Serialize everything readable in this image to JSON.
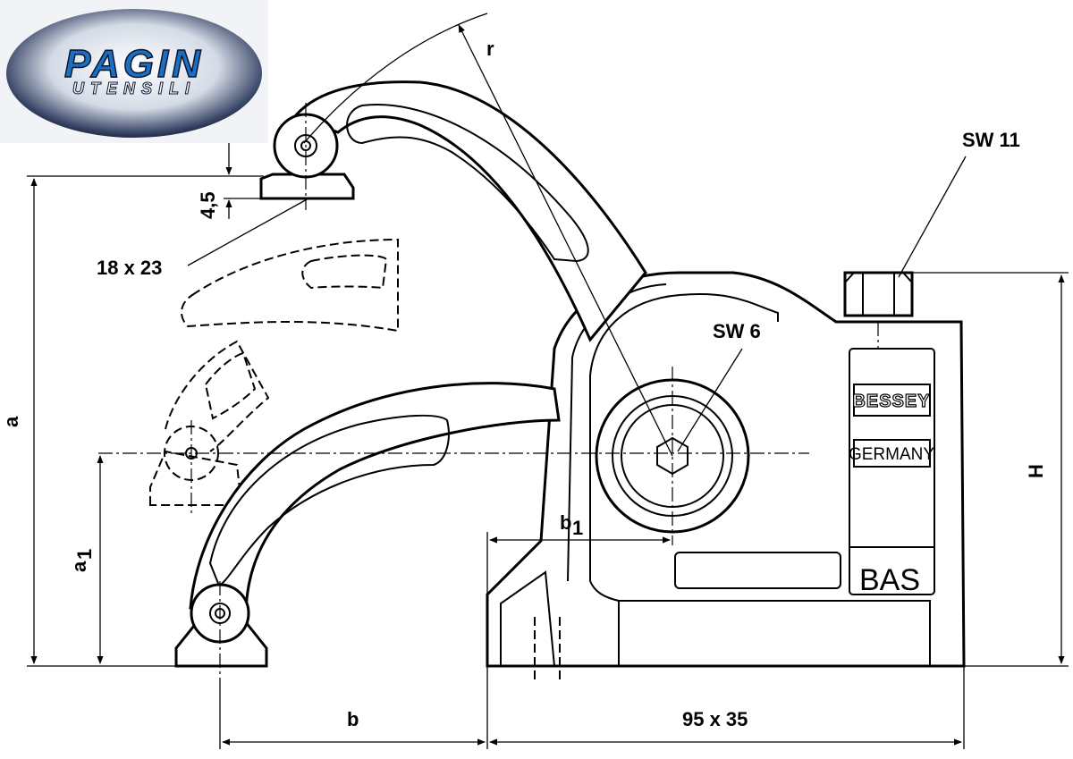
{
  "logo": {
    "name": "PAGIN",
    "subtitle": "UTENSILI",
    "colors": {
      "primary": "#1b6fc0",
      "dark": "#0b1530"
    }
  },
  "labels": {
    "r": "r",
    "sw11": "SW 11",
    "sw6": "SW 6",
    "thread": "4,5",
    "pad": "18 x 23",
    "a": "a",
    "a1_main": "a",
    "a1_sub": "1",
    "b": "b",
    "b1_main": "b",
    "b1_sub": "1",
    "base": "95 x 35",
    "H": "H"
  },
  "plate": {
    "brand": "BESSEY",
    "country": "GERMANY",
    "model": "BAS"
  }
}
